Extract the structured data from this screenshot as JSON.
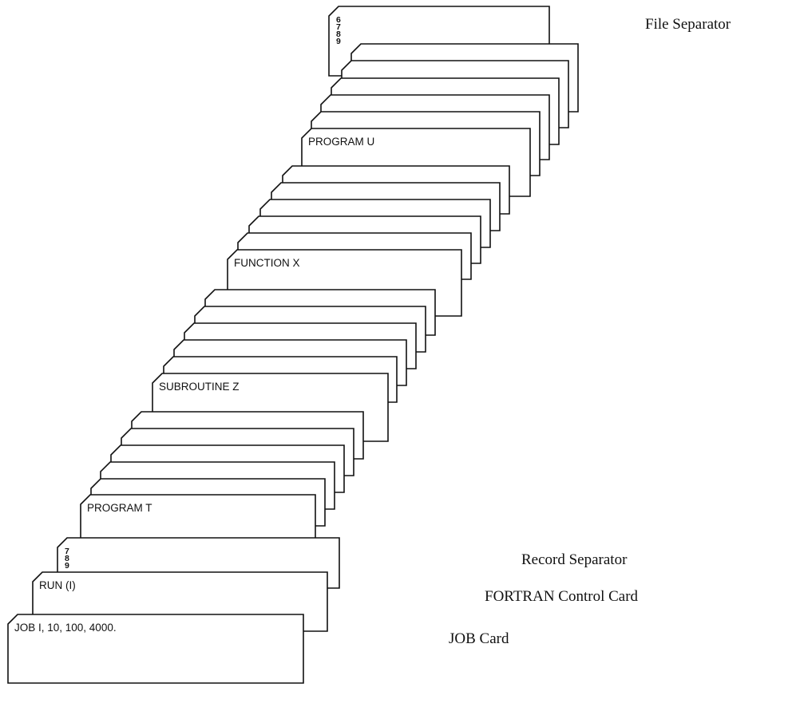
{
  "labels": {
    "file_separator": "File Separator",
    "record_separator": "Record Separator",
    "fortran_control_card": "FORTRAN Control Card",
    "job_card": "JOB Card"
  },
  "cards": {
    "file_separator_punches": [
      "6",
      "7",
      "8",
      "9"
    ],
    "program_u": "PROGRAM U",
    "function_x": "FUNCTION X",
    "subroutine_z": "SUBROUTINE Z",
    "program_t": "PROGRAM T",
    "record_separator_punches": [
      "7",
      "8",
      "9"
    ],
    "run": "RUN (I)",
    "job": "JOB I, 10, 100, 4000."
  }
}
